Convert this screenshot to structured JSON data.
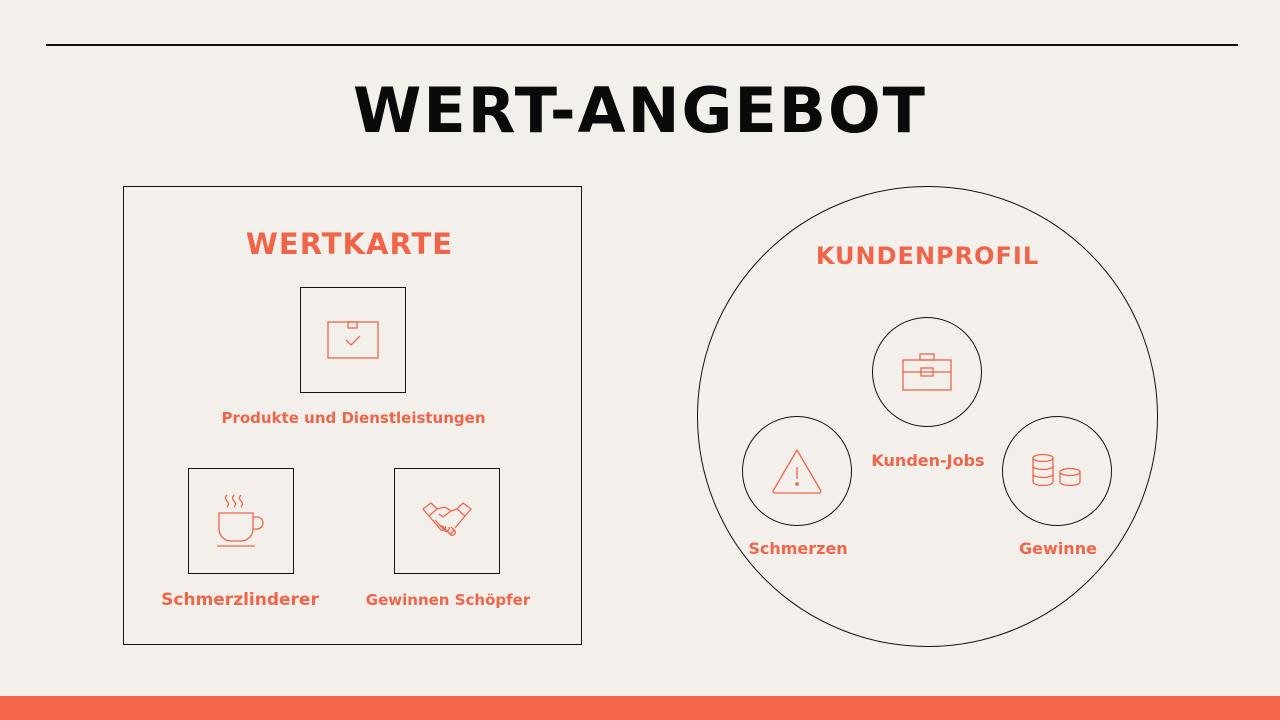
{
  "title": "WERT-ANGEBOT",
  "colors": {
    "accent": "#f0654a",
    "background": "#f3f0eb",
    "ink": "#111111",
    "bar": "#f5664b"
  },
  "value_map": {
    "title": "WERTKARTE",
    "items": [
      {
        "label": "Produkte und Dienstleistungen",
        "icon": "package-check-icon"
      },
      {
        "label": "Schmerzlinderer",
        "icon": "coffee-cup-icon"
      },
      {
        "label": "Gewinnen Schöpfer",
        "icon": "handshake-icon"
      }
    ]
  },
  "customer_profile": {
    "title": "KUNDENPROFIL",
    "items": [
      {
        "label": "Kunden-Jobs",
        "icon": "briefcase-icon"
      },
      {
        "label": "Schmerzen",
        "icon": "warning-icon"
      },
      {
        "label": "Gewinne",
        "icon": "coins-icon"
      }
    ]
  }
}
